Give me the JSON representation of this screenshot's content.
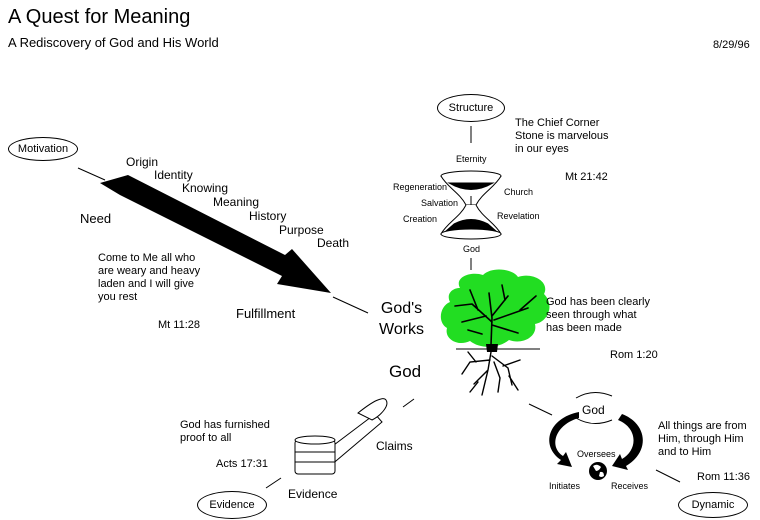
{
  "header": {
    "title": "A Quest for Meaning",
    "subtitle": "A Rediscovery of God and His World",
    "date": "8/29/96"
  },
  "nodes": {
    "motivation": "Motivation",
    "structure": "Structure",
    "evidence": "Evidence",
    "dynamic": "Dynamic"
  },
  "motivation": {
    "steps": [
      "Origin",
      "Identity",
      "Knowing",
      "Meaning",
      "History",
      "Purpose",
      "Death"
    ],
    "need": "Need",
    "fulfillment": "Fulfillment",
    "quote": "Come to Me all who\nare weary and heavy\nladen and I will give\nyou rest",
    "ref": "Mt 11:28"
  },
  "structure": {
    "quote": "The Chief Corner\nStone is marvelous\nin our eyes",
    "ref": "Mt 21:42",
    "eternity": "Eternity",
    "regeneration": "Regeneration",
    "church": "Church",
    "salvation": "Salvation",
    "creation": "Creation",
    "revelation": "Revelation",
    "god": "God"
  },
  "center": {
    "works": "God's\nWorks",
    "god": "God"
  },
  "works": {
    "quote": "God has been clearly\nseen through what\nhas been made",
    "ref": "Rom 1:20"
  },
  "evidence": {
    "quote": "God has furnished\nproof to all",
    "ref": "Acts 17:31",
    "claims": "Claims",
    "label": "Evidence"
  },
  "dynamic": {
    "god": "God",
    "oversees": "Oversees",
    "initiates": "Initiates",
    "receives": "Receives",
    "quote": "All things are from\nHim, through Him\nand to Him",
    "ref": "Rom 11:36"
  },
  "colors": {
    "tree_canopy": "#22dd22",
    "ink": "#000000"
  }
}
